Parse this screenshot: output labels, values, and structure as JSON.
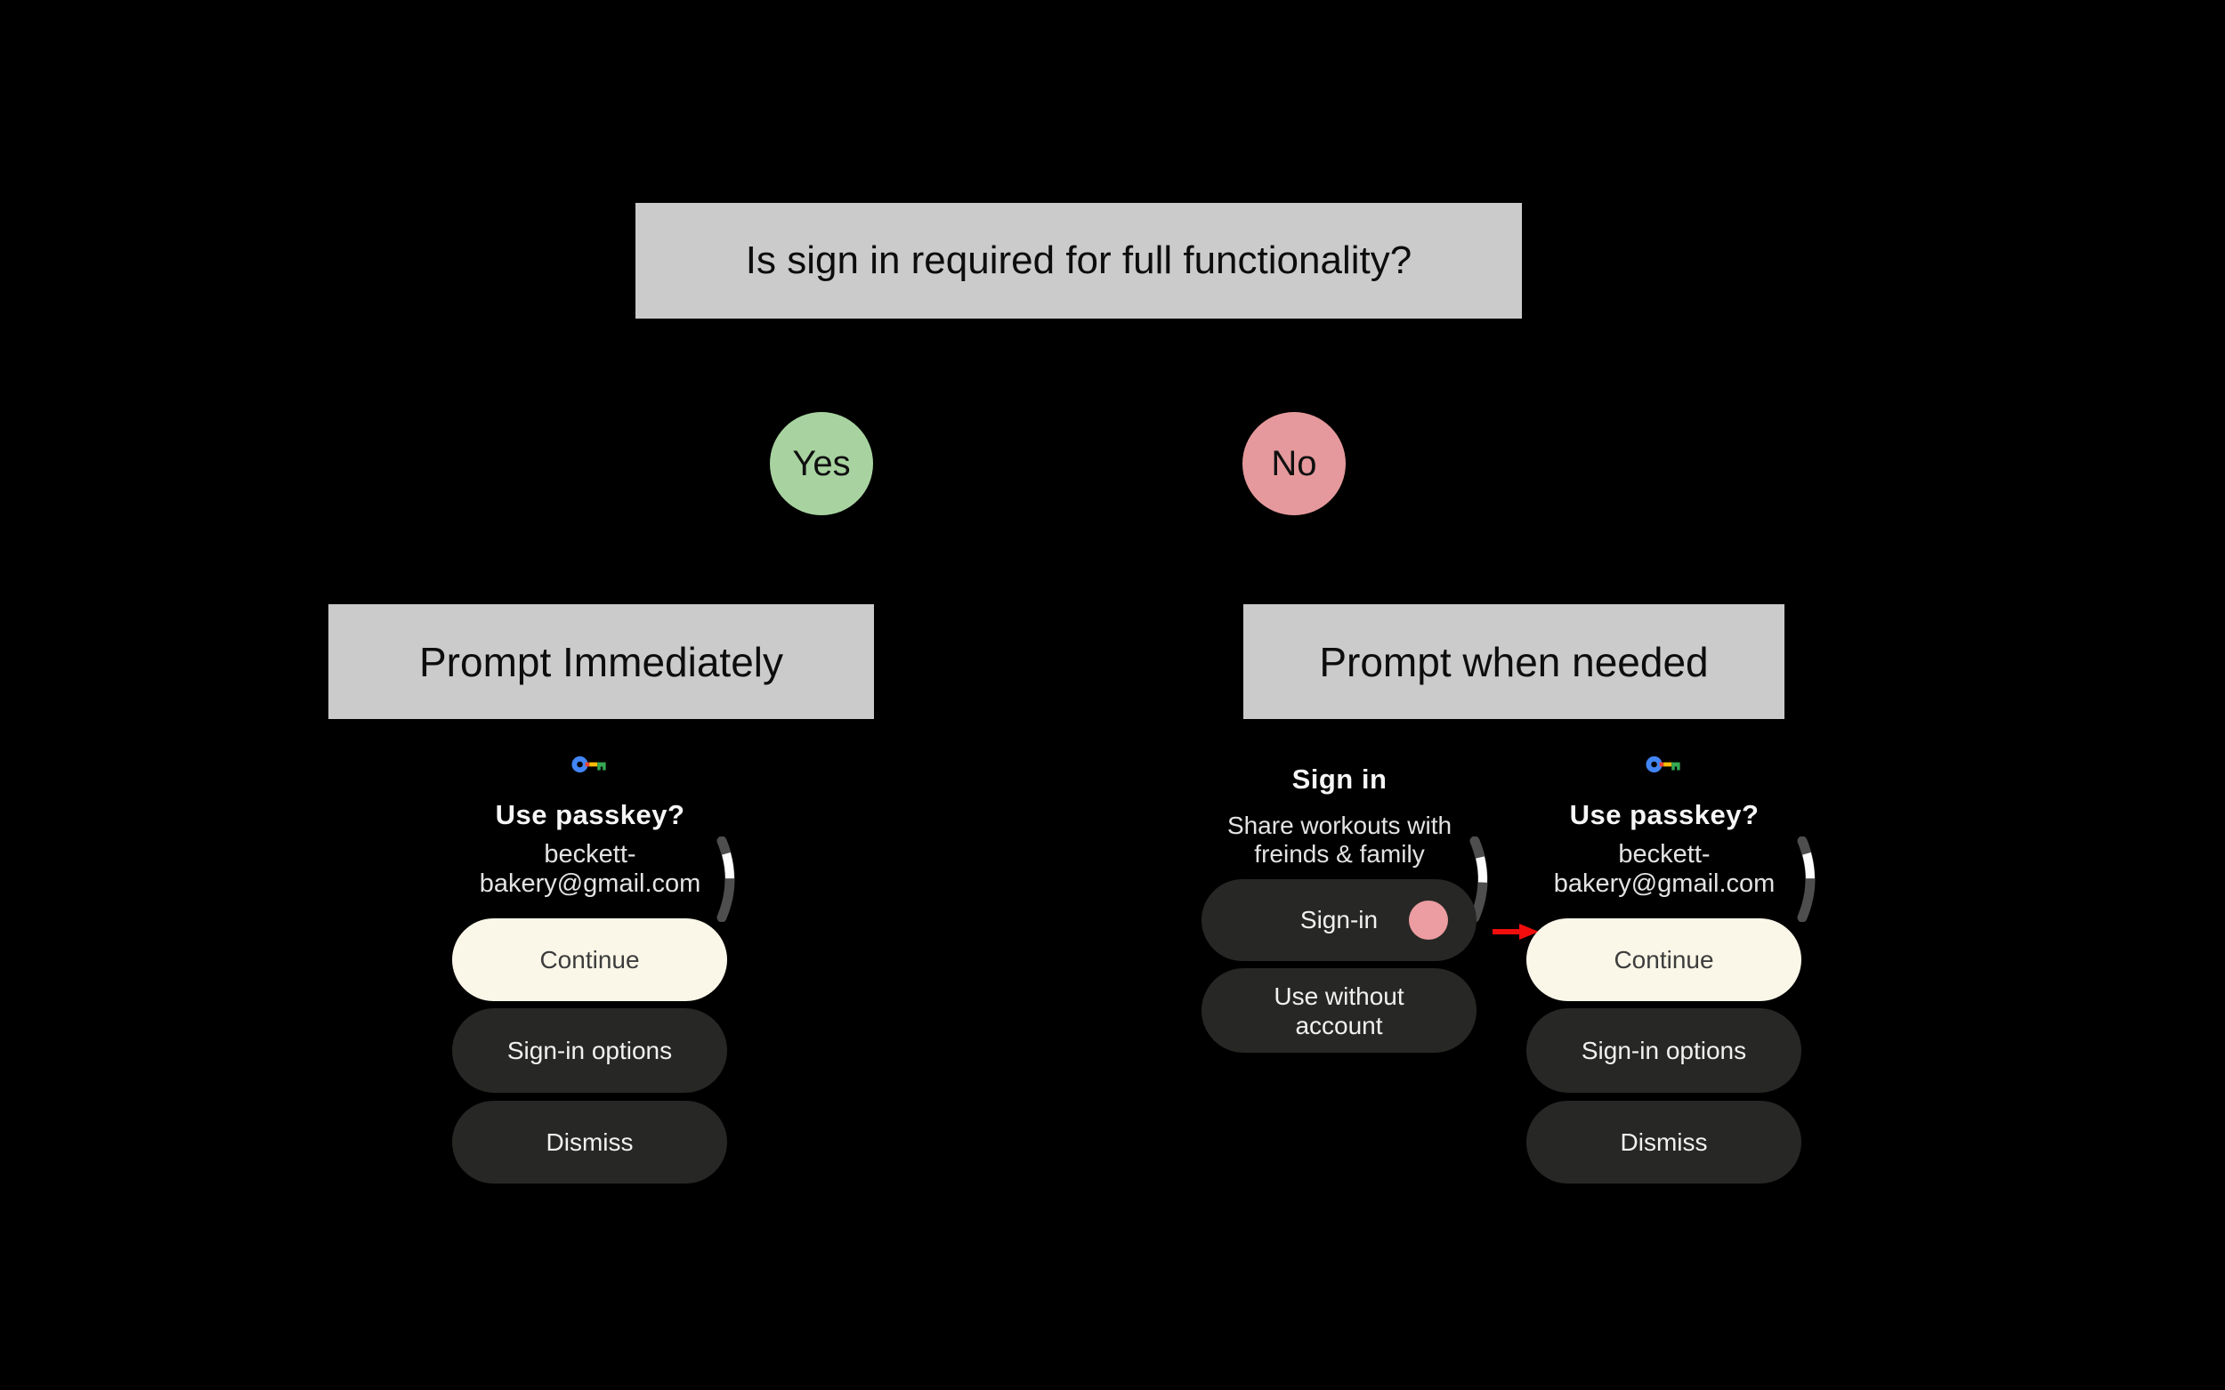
{
  "flowchart": {
    "question": "Is sign in required for full functionality?",
    "yes_label": "Yes",
    "no_label": "No",
    "branch_yes_label": "Prompt Immediately",
    "branch_no_label": "Prompt when needed"
  },
  "passkey_screen": {
    "title": "Use passkey?",
    "email_line1": "beckett-",
    "email_line2": "bakery@gmail.com",
    "continue_label": "Continue",
    "signin_options_label": "Sign-in options",
    "dismiss_label": "Dismiss"
  },
  "signin_screen": {
    "title": "Sign in",
    "subtitle_line1": "Share workouts with",
    "subtitle_line2": "freinds & family",
    "signin_label": "Sign-in",
    "use_without_account_label": "Use without account"
  },
  "icons": {
    "passkey_key": "passkey-key-icon",
    "scroll_indicator": "scroll-indicator",
    "tap_indicator": "tap-indicator-dot",
    "flow_arrow": "red-arrow-icon"
  },
  "colors": {
    "background": "#000000",
    "flow_box_gray": "#CBCBCB",
    "yes_green": "#A8D3A0",
    "no_pink": "#E5999C",
    "primary_button_cream": "#FAF7E8",
    "secondary_button_dark": "#272725",
    "tap_indicator_pink": "#EC9DA1",
    "arrow_red": "#F20D0D",
    "key_blue": "#4285F4",
    "key_red": "#EA4335",
    "key_yellow": "#FBBC04",
    "key_green": "#34A853"
  }
}
